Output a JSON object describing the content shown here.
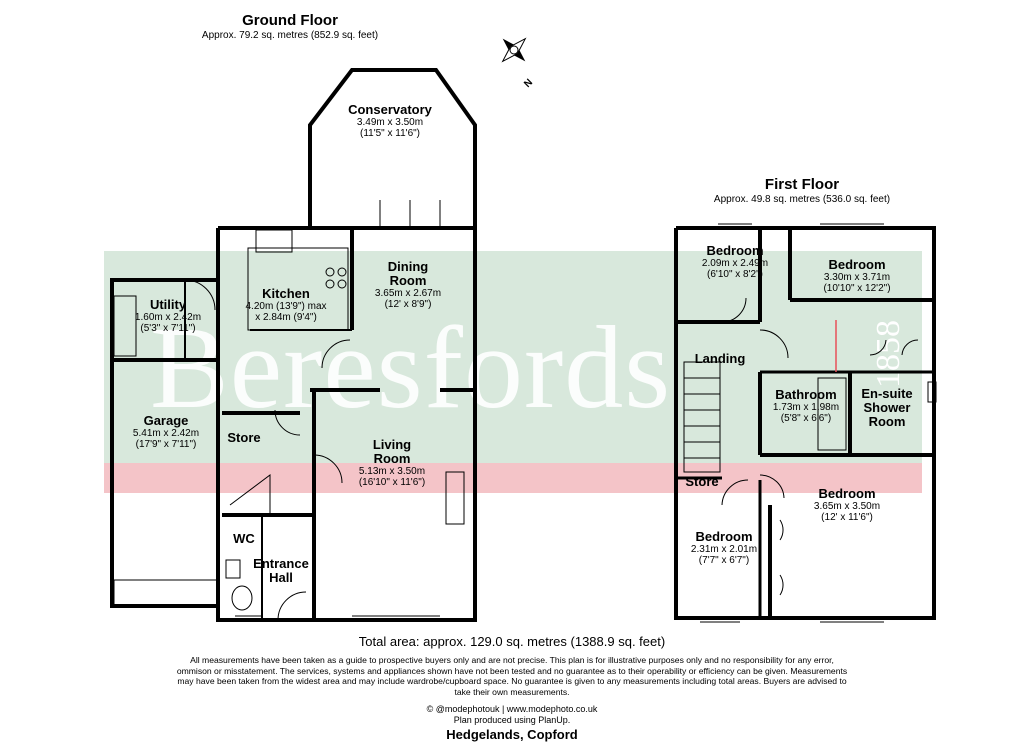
{
  "watermark": "Beresfords",
  "watermark_side": "1858",
  "colors": {
    "band_green": "#d8e8dc",
    "band_pink": "#f4c4c8",
    "wall": "#000000"
  },
  "compass_label": "N",
  "ground_floor": {
    "title": "Ground Floor",
    "area": "Approx. 79.2 sq. metres (852.9 sq. feet)",
    "rooms": [
      {
        "name": "Conservatory",
        "dims": [
          "3.49m x 3.50m",
          "(11'5\" x 11'6\")"
        ]
      },
      {
        "name": "Dining Room",
        "dims": [
          "3.65m x 2.67m",
          "(12' x 8'9\")"
        ]
      },
      {
        "name": "Kitchen",
        "dims": [
          "4.20m (13'9\") max",
          "x 2.84m (9'4\")"
        ]
      },
      {
        "name": "Utility",
        "dims": [
          "1.60m x 2.42m",
          "(5'3\" x 7'11\")"
        ]
      },
      {
        "name": "Garage",
        "dims": [
          "5.41m x 2.42m",
          "(17'9\" x 7'11\")"
        ]
      },
      {
        "name": "Store",
        "dims": []
      },
      {
        "name": "Living Room",
        "dims": [
          "5.13m x 3.50m",
          "(16'10\" x 11'6\")"
        ]
      },
      {
        "name": "WC",
        "dims": []
      },
      {
        "name": "Entrance Hall",
        "dims": []
      }
    ]
  },
  "first_floor": {
    "title": "First Floor",
    "area": "Approx. 49.8 sq. metres (536.0 sq. feet)",
    "rooms": [
      {
        "name": "Bedroom",
        "dims": [
          "2.09m x 2.49m",
          "(6'10\" x 8'2\")"
        ]
      },
      {
        "name": "Bedroom",
        "dims": [
          "3.30m x 3.71m",
          "(10'10\" x 12'2\")"
        ]
      },
      {
        "name": "Landing",
        "dims": []
      },
      {
        "name": "Bathroom",
        "dims": [
          "1.73m x 1.98m",
          "(5'8\" x 6'6\")"
        ]
      },
      {
        "name": "En-suite Shower Room",
        "dims": []
      },
      {
        "name": "Store",
        "dims": []
      },
      {
        "name": "Bedroom",
        "dims": [
          "3.65m x 3.50m",
          "(12' x 11'6\")"
        ]
      },
      {
        "name": "Bedroom",
        "dims": [
          "2.31m x 2.01m",
          "(7'7\" x 6'7\")"
        ]
      }
    ]
  },
  "total_area": "Total area: approx. 129.0 sq. metres (1388.9 sq. feet)",
  "disclaimer": "All measurements have been taken as a guide to prospective buyers only and are not precise. This plan is for illustrative purposes only and no responsibility for any error, ommison or misstatement. The services, systems and appliances shown have not been tested and no guarantee as to their operability or efficiency can be given. Measurements may have been taken from the widest area and may include wardrobe/cupboard space. No guarantee is given to any measurements including total areas. Buyers are advised to take their own measurements.",
  "credit_line1": "© @modephotouk | www.modephoto.co.uk",
  "credit_line2": "Plan produced using PlanUp.",
  "address": "Hedgelands, Copford"
}
